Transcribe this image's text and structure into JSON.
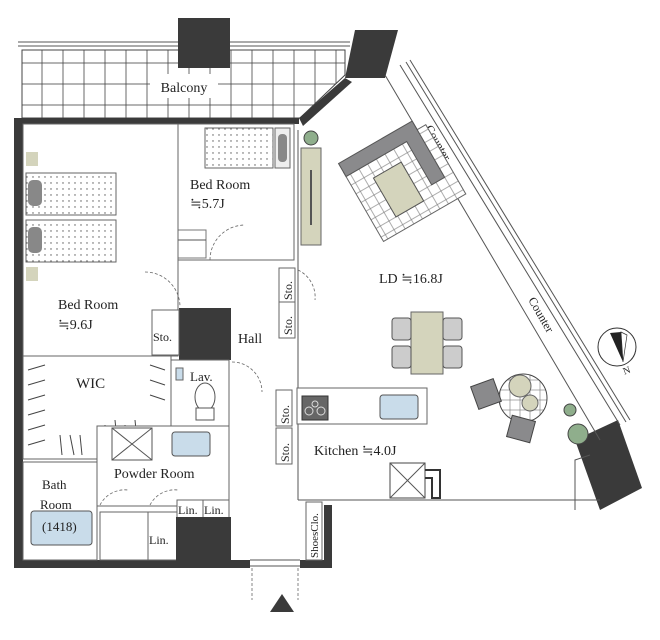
{
  "plan": {
    "rooms": {
      "balcony": "Balcony",
      "bed_room_1": "Bed Room",
      "bed_room_1_size": "≒5.7J",
      "bed_room_2": "Bed Room",
      "bed_room_2_size": "≒9.6J",
      "ld": "LD ≒16.8J",
      "hall": "Hall",
      "wic": "WIC",
      "lav": "Lav.",
      "kitchen": "Kitchen ≒4.0J",
      "powder_room": "Powder Room",
      "bath_room_line1": "Bath",
      "bath_room_line2": "Room",
      "bath_size": "(1418)",
      "linen_1": "Lin.",
      "linen_2": "Lin.",
      "linen_3": "Lin.",
      "shoes_closet": "ShoesClo.",
      "counter_1": "Counter",
      "counter_2": "Counter",
      "storage": [
        "Sto.",
        "Sto.",
        "Sto.",
        "Sto.",
        "Sto."
      ]
    },
    "compass_label": "N",
    "colors": {
      "wall": "#3a3a3a",
      "sofa": "#8a8a8c",
      "table": "#d4d4bc",
      "water": "#c9dcea",
      "plant": "#8fae8c"
    }
  }
}
